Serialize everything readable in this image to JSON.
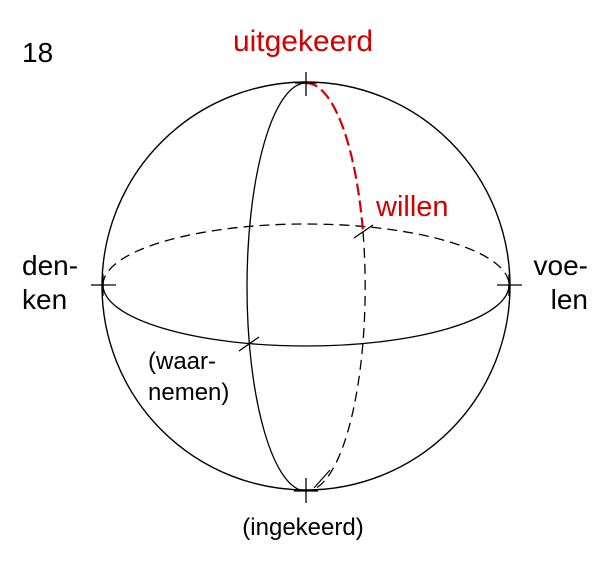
{
  "figure_number": "18",
  "labels": {
    "top": "uitgekeerd",
    "bottom": "(ingekeerd)",
    "left_line1": "den-",
    "left_line2": "ken",
    "right_line1": "voe-",
    "right_line2": "len",
    "front_line1": "(waar-",
    "front_line2": "nemen)",
    "back": "willen"
  },
  "colors": {
    "highlight": "#d40000",
    "ink": "#000000"
  }
}
